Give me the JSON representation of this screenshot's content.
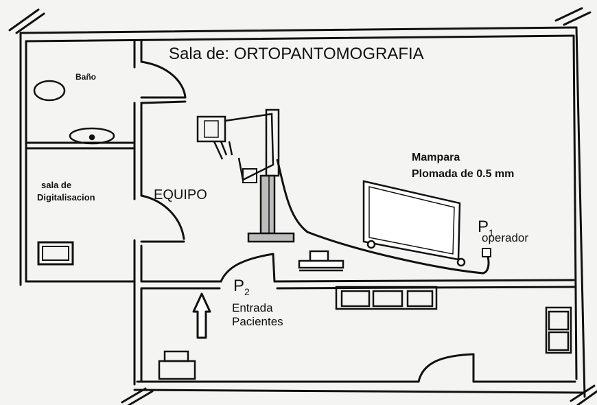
{
  "title": "Sala de: ORTOPANTOMOGRAFIA",
  "rooms": {
    "bano": "Baño",
    "digital_line1": "sala de",
    "digital_line2": "Digitalisacion"
  },
  "labels": {
    "equipo": "EQUIPO",
    "mampara_line1": "Mampara",
    "mampara_line2": "Plomada de 0.5 mm",
    "p1_letter": "P",
    "p1_sub": "1",
    "p1_role": "operador",
    "p2_letter": "P",
    "p2_sub": "2",
    "entrada_line1": "Entrada",
    "entrada_line2": "Pacientes"
  },
  "colors": {
    "ink": "#111111",
    "paper": "#f4f4f2"
  }
}
